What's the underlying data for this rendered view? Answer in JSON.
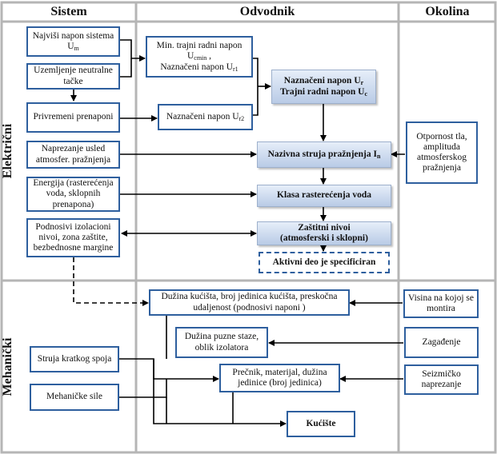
{
  "columns": {
    "sistem": "Sistem",
    "odvodnik": "Odvodnik",
    "okolina": "Okolina"
  },
  "sections": {
    "elektricni": "Električni",
    "mehanicki": "Mehanički"
  },
  "nodes": {
    "najvisi_napon": "Najviši napon sistema U",
    "najvisi_napon_sub": "m",
    "uzemljenje": "Uzemljenje neutralne tačke",
    "privremeni": "Privremeni prenaponi",
    "napr_praznjenja": "Naprezanje usled atmosfer. pražnjenja",
    "energija": "Energija (rasterećenja voda, sklopnih prenapona)",
    "podnosivi": "Podnosivi izolacioni nivoi, zona zaštite, bezbednosne margine",
    "min_trajni_a": "Min. trajni radni napon U",
    "min_trajni_a_sub": "cmin",
    "min_trajni_b": "Naznačeni napon U",
    "min_trajni_b_sub": "r1",
    "naznaceni_ur2": "Naznačeni napon U",
    "naznaceni_ur2_sub": "r2",
    "naznaceni_ur_a": "Naznačeni napon U",
    "naznaceni_ur_a_sub": "r",
    "naznaceni_ur_b": "Trajni radni napon U",
    "naznaceni_ur_b_sub": "c",
    "nazivna_struja": "Nazivna struja pražnjenja I",
    "nazivna_struja_sub": "n",
    "klasa": "Klasa rasterećenja voda",
    "zastitni_a": "Zaštitni nivoi",
    "zastitni_b": "(atmosferski i sklopni)",
    "aktivni": "Aktivni deo je specificiran",
    "otpornost": "Otpornost tla, amplituda atmosferskog pražnjenja",
    "duzina_kucista": "Dužina kućišta, broj jedinica kućišta, preskočna udaljenost (podnosivi naponi )",
    "visina": "Visina na kojoj se montira",
    "duzina_puzne": "Dužina puzne staze, oblik izolatora",
    "zagadjenje": "Zagađenje",
    "struja_kratkog": "Struja kratkog spoja",
    "mehanicke_sile": "Mehaničke sile",
    "precnik": "Prečnik, materijal, dužina jedinice (broj jedinica)",
    "seizmicko": "Seizmičko naprezanje",
    "kuciste": "Kućište"
  },
  "colors": {
    "frame": "#b5b5b5",
    "box_border": "#2e5f9e",
    "blue_fill_top": "#e6eef9",
    "blue_fill_bottom": "#b9cbe6",
    "arrow": "#000000"
  }
}
